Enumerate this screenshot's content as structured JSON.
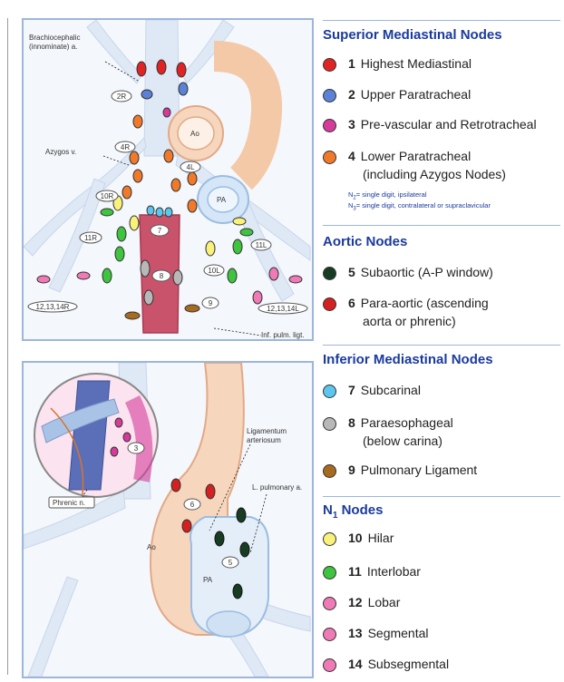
{
  "top_diagram": {
    "labels": {
      "brachio_1": "Brachiocephalic",
      "brachio_2": "(innominate) a.",
      "azygos": "Azygos v.",
      "ao": "Ao",
      "pa": "PA",
      "inf_pulm": "Inf. pulm. ligt."
    },
    "tags": {
      "t2r": "2R",
      "t4r": "4R",
      "t4l": "4L",
      "t10r": "10R",
      "t11r": "11R",
      "t7": "7",
      "t8": "8",
      "t10l": "10L",
      "t11l": "11L",
      "t12r": "12,13,14R",
      "t12l": "12,13,14L",
      "t9": "9"
    }
  },
  "bottom_diagram": {
    "labels": {
      "lig_1": "Ligamentum",
      "lig_2": "arteriosum",
      "lpa": "L. pulmonary a.",
      "phrenic": "Phrenic n.",
      "ao": "Ao",
      "pa": "PA"
    },
    "tags": {
      "t3": "3",
      "t6": "6",
      "t5": "5"
    }
  },
  "legend": {
    "superior": {
      "title": "Superior Mediastinal Nodes",
      "items": [
        {
          "num": "1",
          "label": "Highest Mediastinal",
          "color": "#e02424"
        },
        {
          "num": "2",
          "label": "Upper Paratracheal",
          "color": "#5b82d6"
        },
        {
          "num": "3",
          "label": "Pre-vascular and Retrotracheal",
          "color": "#d63a9a"
        },
        {
          "num": "4",
          "label": "Lower Paratracheal",
          "label2": "(including Azygos Nodes)",
          "color": "#f07a2a"
        }
      ],
      "note1_prefix": "N",
      "note1_sub": "2",
      "note1_text": "= single digit, ipsilateral",
      "note2_prefix": "N",
      "note2_sub": "3",
      "note2_text": "= single digit, contralateral or supraclavicular"
    },
    "aortic": {
      "title": "Aortic Nodes",
      "items": [
        {
          "num": "5",
          "label": "Subaortic (A-P window)",
          "color": "#163d22"
        },
        {
          "num": "6",
          "label": "Para-aortic (ascending",
          "label2": "aorta or phrenic)",
          "color": "#d42020"
        }
      ]
    },
    "inferior": {
      "title": "Inferior Mediastinal Nodes",
      "items": [
        {
          "num": "7",
          "label": "Subcarinal",
          "color": "#5cc6ee"
        },
        {
          "num": "8",
          "label": "Paraesophageal",
          "label2": "(below carina)",
          "color": "#b8b8b8"
        },
        {
          "num": "9",
          "label": "Pulmonary Ligament",
          "color": "#a86a1e"
        }
      ]
    },
    "n1": {
      "title_prefix": "N",
      "title_sub": "1",
      "title_rest": "Nodes",
      "items": [
        {
          "num": "10",
          "label": "Hilar",
          "color": "#f8f27a"
        },
        {
          "num": "11",
          "label": "Interlobar",
          "color": "#3ec43e"
        },
        {
          "num": "12",
          "label": "Lobar",
          "color": "#f07ab6"
        },
        {
          "num": "13",
          "label": "Segmental",
          "color": "#f07ab6"
        },
        {
          "num": "14",
          "label": "Subsegmental",
          "color": "#f07ab6"
        }
      ]
    }
  }
}
